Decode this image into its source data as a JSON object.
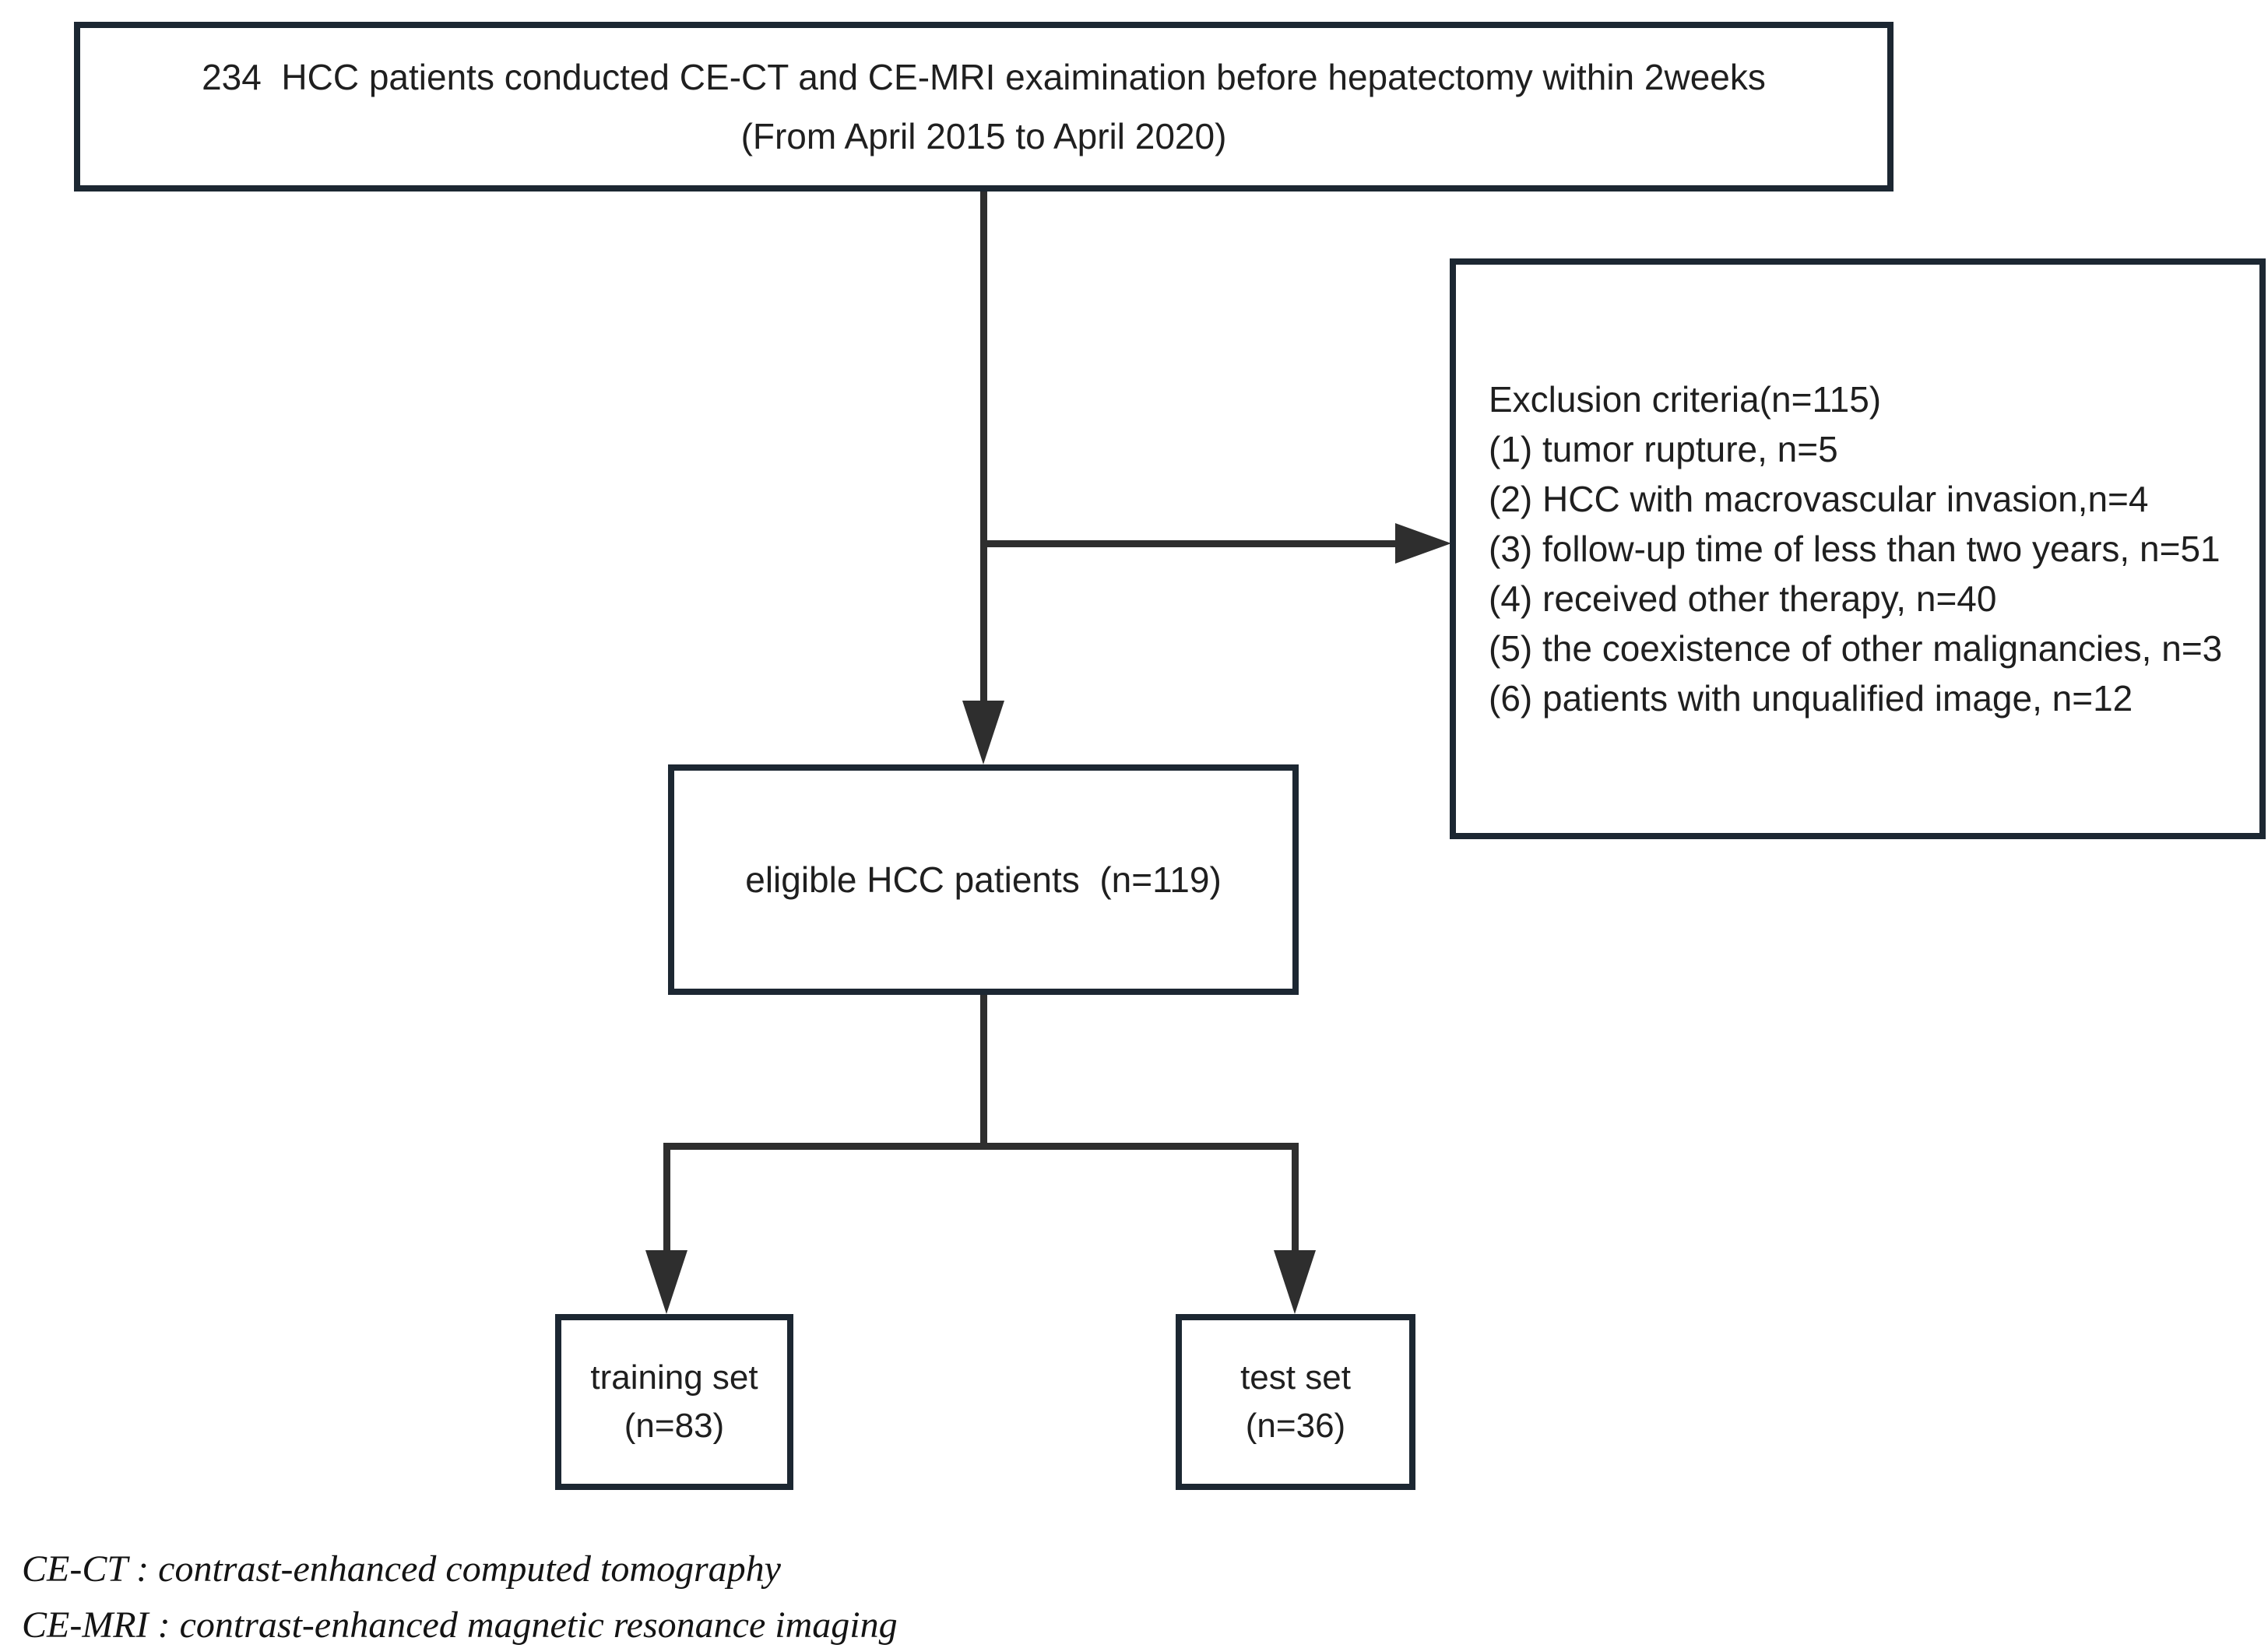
{
  "diagram": {
    "top_box": {
      "line1": "234  HCC patients conducted CE-CT and CE-MRI exaimination before hepatectomy within 2weeks",
      "line2": "(From April 2015 to April 2020)"
    },
    "exclusion_box": {
      "title": "Exclusion criteria(n=115)",
      "items": [
        "(1) tumor rupture, n=5",
        "(2) HCC with macrovascular invasion,n=4",
        "(3) follow-up time of less than two years, n=51",
        "(4) received other therapy, n=40",
        "(5) the coexistence of other malignancies, n=3",
        "(6) patients with unqualified image, n=12"
      ]
    },
    "eligible_box": {
      "label": "eligible HCC patients  (n=119)"
    },
    "training_box": {
      "line1": "training set",
      "line2": "(n=83)"
    },
    "test_box": {
      "line1": "test set",
      "line2": "(n=36)"
    },
    "footnotes": [
      "CE-CT : contrast-enhanced computed tomography",
      "CE-MRI : contrast-enhanced magnetic resonance imaging"
    ],
    "colors": {
      "box_border": "#1c2732",
      "connector": "#2e2e2e",
      "text": "#1f1f1f",
      "background": "#ffffff"
    }
  }
}
